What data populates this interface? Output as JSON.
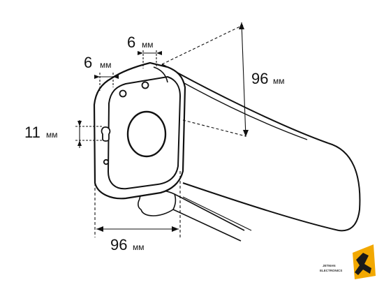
{
  "dimensions": {
    "top_width": {
      "value": "6",
      "unit": "мм"
    },
    "side_width": {
      "value": "6",
      "unit": "мм"
    },
    "keyhole": {
      "value": "11",
      "unit": "мм"
    },
    "height": {
      "value": "96",
      "unit": "мм"
    },
    "bottom_width": {
      "value": "96",
      "unit": "мм"
    }
  },
  "logo": {
    "line1": "JETMAN",
    "line2": "ELECTRONICS",
    "mark_color": "#f2a800",
    "figure_color": "#1a1a1a"
  },
  "colors": {
    "line": "#111111",
    "background": "#ffffff"
  }
}
